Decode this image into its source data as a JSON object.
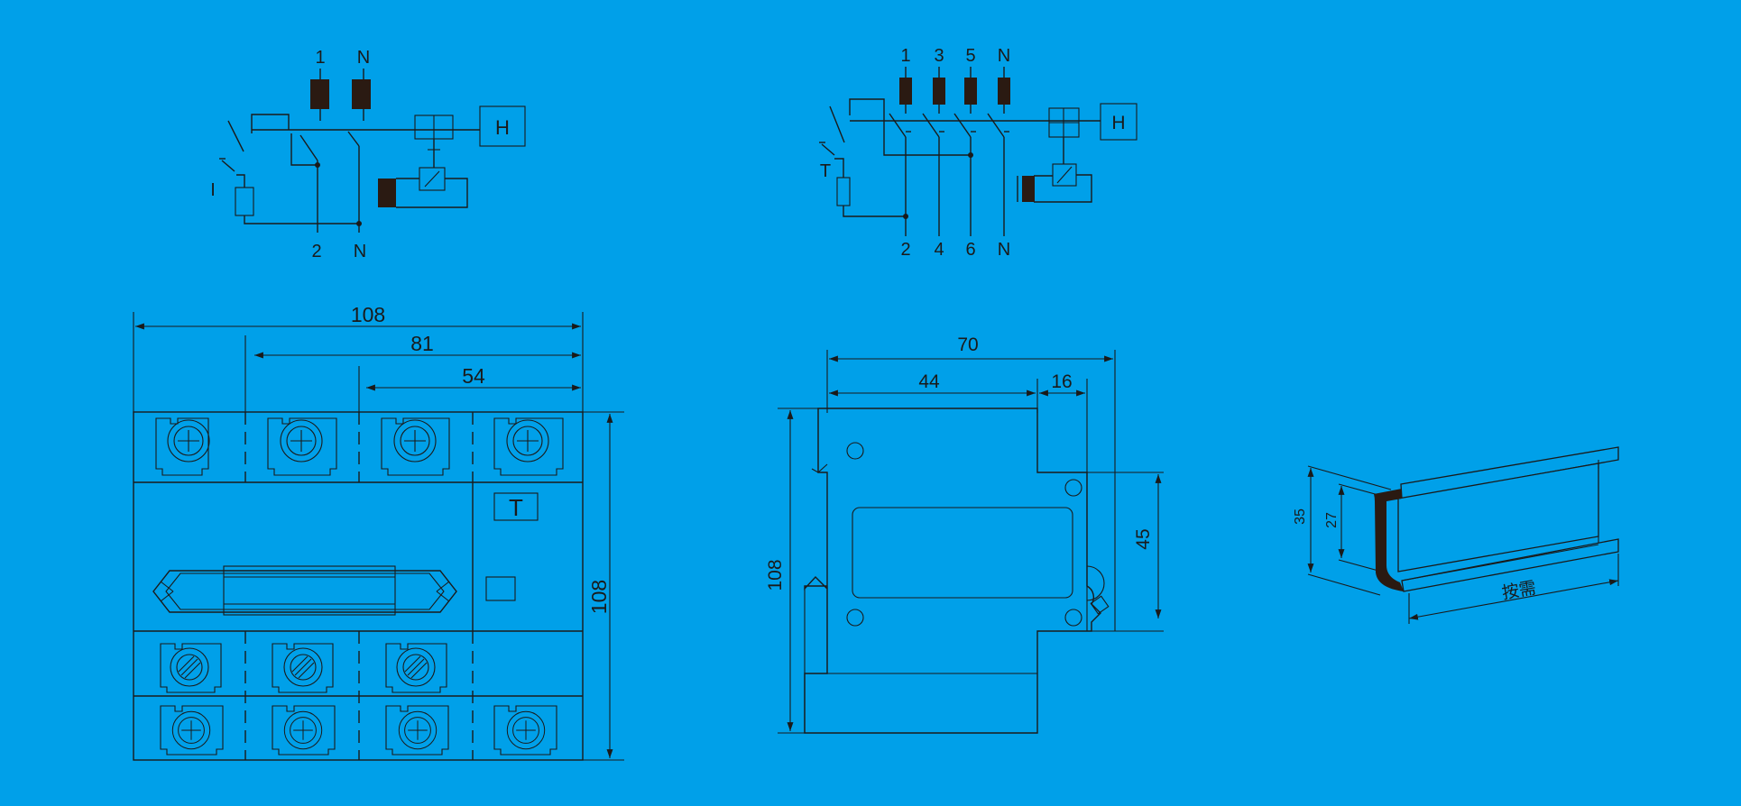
{
  "schematic_2p": {
    "top_labels": [
      "1",
      "N"
    ],
    "bottom_labels": [
      "2",
      "N"
    ],
    "test_label": "I",
    "box_label": "H"
  },
  "schematic_4p": {
    "top_labels": [
      "1",
      "3",
      "5",
      "N"
    ],
    "bottom_labels": [
      "2",
      "4",
      "6",
      "N"
    ],
    "test_label": "T",
    "box_label": "H"
  },
  "front_view": {
    "dimensions": {
      "width_total": "108",
      "width_3": "81",
      "width_2": "54",
      "height": "108"
    },
    "test_button_label": "T"
  },
  "side_view": {
    "dimensions": {
      "width_total": "70",
      "width_body": "44",
      "width_clip": "16",
      "height": "108",
      "rail_height": "45"
    }
  },
  "din_rail": {
    "dimensions": {
      "outer_height": "35",
      "inner_height": "27",
      "length": "按需"
    }
  },
  "colors": {
    "background": "#00a0e9",
    "line": "#1a1a1a",
    "fill_dark": "#2a1a12"
  }
}
